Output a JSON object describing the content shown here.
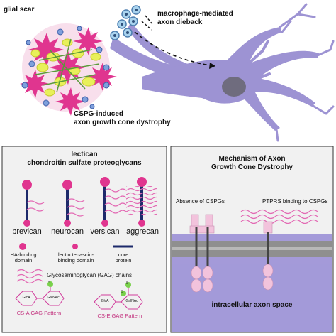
{
  "top": {
    "glial_scar_label": "glial scar",
    "dieback_line1": "macrophage-mediated",
    "dieback_line2": "axon dieback",
    "dystrophy_line1": "CSPG-induced",
    "dystrophy_line2": "axon growth cone dystrophy"
  },
  "left_panel": {
    "title_line1": "lectican",
    "title_line2": "chondroitin sulfate proteoglycans",
    "proteoglycans": [
      "brevican",
      "neurocan",
      "versican",
      "aggrecan"
    ],
    "legend": {
      "ha_binding": "HA-binding\ndomain",
      "lectin": "lectin tenascin-\nbinding domain",
      "core": "core\nprotein",
      "gag": "Glycosaminoglycan (GAG) chains"
    },
    "gag_patterns": {
      "left": {
        "s": "S",
        "glca": "GlcA",
        "galnac": "GalNAc",
        "caption": "CS-A GAG Pattern"
      },
      "right": {
        "s_top": "S",
        "s_bottom": "S",
        "glca": "GlcA",
        "galnac": "GalNAc",
        "caption": "CS-E GAG Pattern"
      }
    }
  },
  "right_panel": {
    "title_line1": "Mechanism of Axon",
    "title_line2": "Growth Cone Dystrophy",
    "absence_label": "Absence of CSPGs",
    "binding_label": "PTPRS binding to CSPGs",
    "intracellular_label": "intracellular axon space"
  },
  "colors": {
    "neuron": "#9d93d3",
    "magenta": "#e0358f",
    "core_protein": "#1d2a6b",
    "gag_pink": "#e36ab4",
    "receptor": "#f2c3dc",
    "membrane_purple": "#a49ad9",
    "membrane_gray": "#8f8f8f",
    "intracellular": "#a39ad9",
    "panel_bg": "#f1f1f1"
  }
}
